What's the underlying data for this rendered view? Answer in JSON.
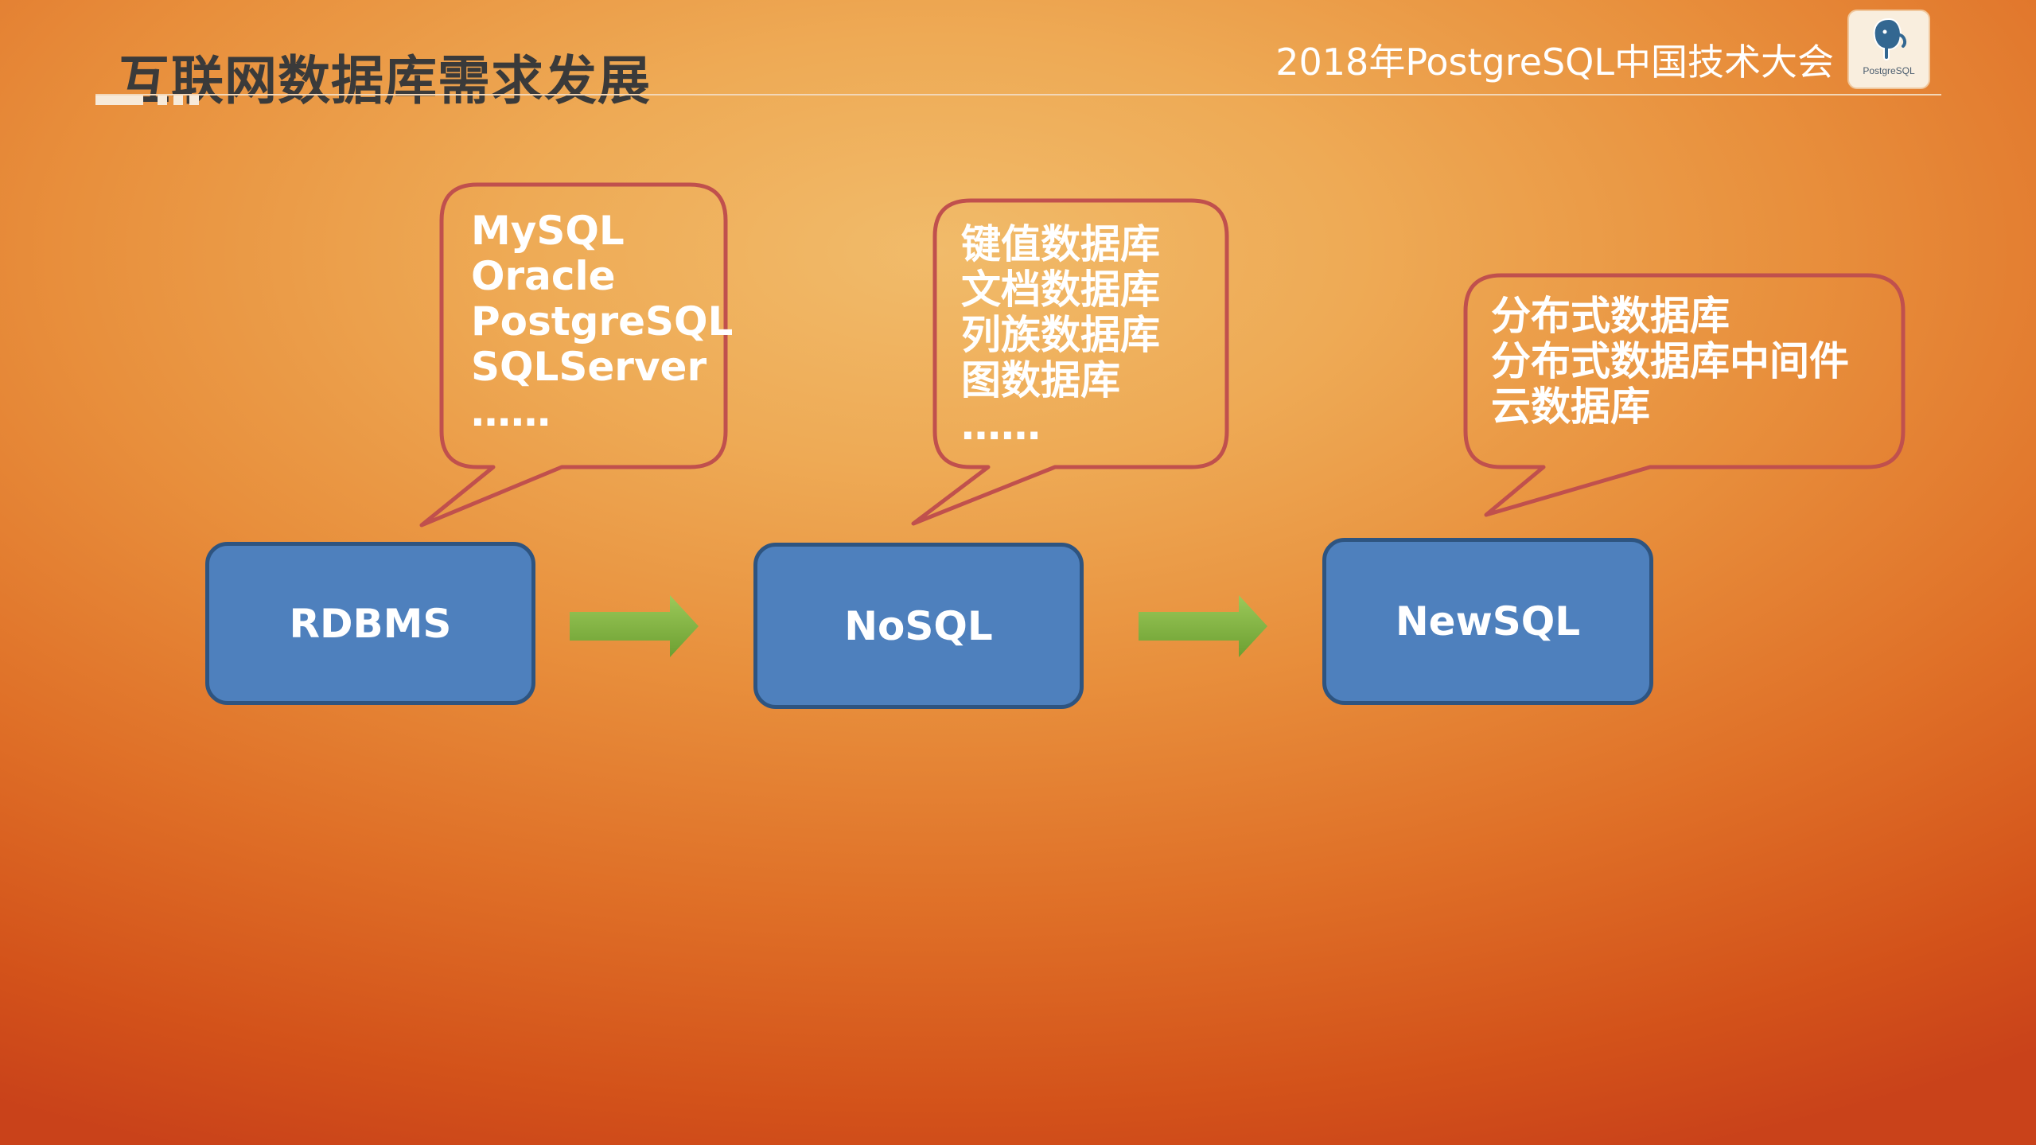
{
  "slide": {
    "title": "互联网数据库需求发展",
    "conference": "2018年PostgreSQL中国技术大会",
    "logo_text": "PostgreSQL"
  },
  "nodes": {
    "rdbms": "RDBMS",
    "nosql": "NoSQL",
    "newsql": "NewSQL"
  },
  "bubbles": {
    "rdbms": [
      "MySQL",
      "Oracle",
      "PostgreSQL",
      "SQLServer",
      "……"
    ],
    "nosql": [
      "键值数据库",
      "文档数据库",
      "列族数据库",
      "图数据库",
      "……"
    ],
    "newsql": [
      "分布式数据库",
      "分布式数据库中间件",
      "云数据库"
    ]
  },
  "colors": {
    "node_fill": "#4e80bd",
    "node_border": "#2e5480",
    "bubble_border": "#c0504d",
    "arrow": "#7fb03e",
    "text": "#ffffff"
  }
}
